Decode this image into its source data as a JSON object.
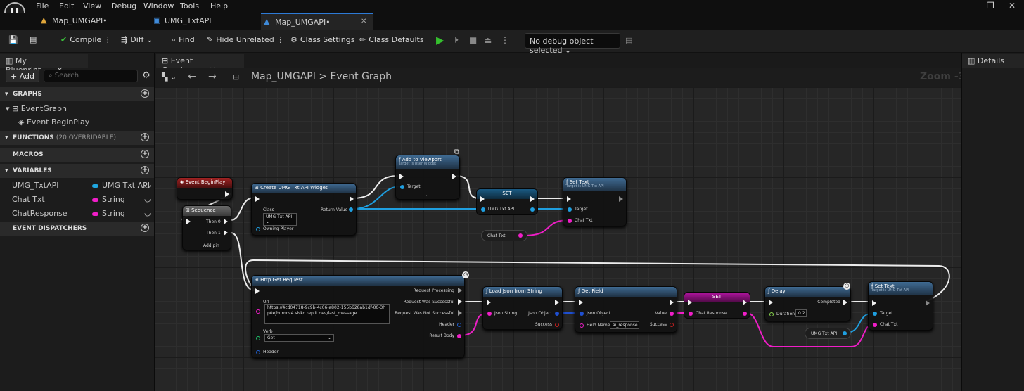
{
  "menu": {
    "items": [
      "File",
      "Edit",
      "View",
      "Debug",
      "Window",
      "Tools",
      "Help"
    ]
  },
  "logo": {
    "glyph": "U"
  },
  "tabs": [
    {
      "label": "Map_UMGAPI•"
    },
    {
      "label": "UMG_TxtAPI"
    },
    {
      "label": "Map_UMGAPI•"
    }
  ],
  "toolbar": {
    "compile": "Compile",
    "diff": "Diff",
    "find": "Find",
    "hide_unrelated": "Hide Unrelated",
    "class_settings": "Class Settings",
    "class_defaults": "Class Defaults",
    "debug_object": "No debug object selected"
  },
  "left_panel": {
    "tab": "My Blueprint",
    "add": "+ Add",
    "search_placeholder": "Search",
    "sections": {
      "graphs": "GRAPHS",
      "functions": "FUNCTIONS",
      "functions_count": "(20 OVERRIDABLE)",
      "macros": "MACROS",
      "variables": "VARIABLES",
      "event_dispatchers": "EVENT DISPATCHERS"
    },
    "graph_items": [
      "EventGraph",
      "Event BeginPlay"
    ],
    "variables": [
      {
        "name": "UMG_TxtAPI",
        "type": "UMG Txt API",
        "color": "#1fa7e0"
      },
      {
        "name": "Chat Txt",
        "type": "String",
        "color": "#f01ec8"
      },
      {
        "name": "ChatResponse",
        "type": "String",
        "color": "#f01ec8"
      }
    ]
  },
  "graph": {
    "tab": "Event Graph",
    "breadcrumb_root": "Map_UMGAPI",
    "breadcrumb_sep": ">",
    "breadcrumb_leaf": "Event Graph",
    "zoom": "Zoom -3"
  },
  "details": {
    "tab": "Details"
  },
  "nodes": {
    "begin_play": {
      "title": "Event BeginPlay"
    },
    "sequence": {
      "title": "Sequence",
      "then0": "Then 0",
      "then1": "Then 1",
      "add_pin": "Add pin"
    },
    "create_widget": {
      "title": "Create UMG Txt API Widget",
      "class": "Class",
      "class_value": "UMG Txt API",
      "owning": "Owning Player",
      "return": "Return Value"
    },
    "add_viewport": {
      "title": "Add to Viewport",
      "sub": "Target is User Widget",
      "target": "Target"
    },
    "set1": {
      "title": "SET",
      "pin": "UMG Txt API"
    },
    "set_text1": {
      "title": "Set Text",
      "sub": "Target is UMG Txt API",
      "target": "Target",
      "chat": "Chat Txt"
    },
    "chat_var": {
      "label": "Chat Txt"
    },
    "http": {
      "title": "Http Get Request",
      "url_label": "Url",
      "url_value": "https://4cd04718-9c9b-4c06-a802-155b628ab1df-00-3hp0ejburncv4.sisko.replit.dev/last_message",
      "verb_label": "Verb",
      "verb_value": "Get",
      "header": "Header",
      "processing": "Request Processing",
      "successful": "Request Was Successful",
      "not_successful": "Request Was Not Successful",
      "out_header": "Header",
      "result_body": "Result Body"
    },
    "load_json": {
      "title": "Load Json from String",
      "json_string": "Json String",
      "json_object": "Json Object",
      "success": "Success"
    },
    "get_field": {
      "title": "Get Field",
      "json_object": "Json Object",
      "value": "Value",
      "field_name": "Field Name",
      "field_value": "ai_response",
      "success": "Success"
    },
    "set2": {
      "title": "SET",
      "pin": "Chat Response"
    },
    "delay": {
      "title": "Delay",
      "completed": "Completed",
      "duration": "Duration",
      "duration_value": "0.2"
    },
    "set_text2": {
      "title": "Set Text",
      "sub": "Target is UMG Txt API",
      "target": "Target",
      "chat": "Chat Txt"
    },
    "umg_var": {
      "label": "UMG Txt API"
    }
  }
}
